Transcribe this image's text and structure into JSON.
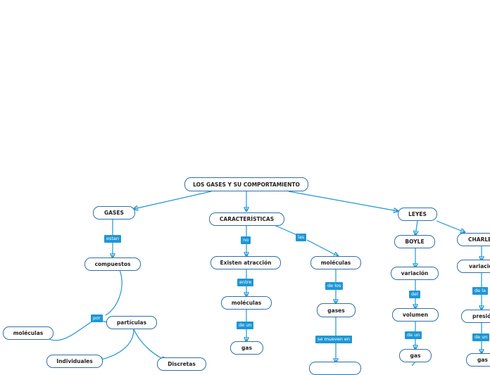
{
  "colors": {
    "link": "#1d97d6",
    "node_border": "#2f6fa8",
    "background": "#ffffff"
  },
  "map": {
    "root": "LOS GASES Y SU COMPORTAMIENTO",
    "gases": "GASES",
    "estan": "estan",
    "compuestos": "compuestos",
    "por": "por",
    "moleculas_left": "moléculas",
    "particulas": "partículas",
    "individuales": "Individuales",
    "discretas": "Discretas",
    "caracteristicas": "CARACTERÍSTICAS",
    "no": "no",
    "existen": "Existen atracción",
    "entre": "entre",
    "moleculas_mid": "moléculas",
    "de_un_1": "de un",
    "gas_1": "gas",
    "las": "las",
    "moleculas_right": "moléculas",
    "de_los": "de los",
    "gases_2": "gases",
    "se_mueven": "se mueven en",
    "leyes": "LEYES",
    "boyle": "BOYLE",
    "variacion_1": "variación",
    "del": "del",
    "volumen": "volumen",
    "de_un_2": "de un",
    "gas_2": "gas",
    "charles": "CHARLES",
    "variacion_2": "variación",
    "de_la": "de la",
    "presion": "presión",
    "de_un_3": "de un",
    "gas_3": "gas"
  }
}
